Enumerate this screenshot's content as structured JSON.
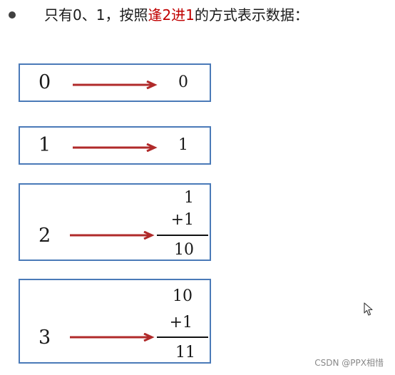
{
  "heading": {
    "part1": "只有0、1，按照",
    "part2": "逢2进1",
    "part3": "的方式表示数据："
  },
  "examples": [
    {
      "decimal": "0",
      "binary": "0"
    },
    {
      "decimal": "1",
      "binary": "1"
    },
    {
      "decimal": "2",
      "addend_top": "1",
      "addend_plus": "+1",
      "binary": "10"
    },
    {
      "decimal": "3",
      "addend_top": "10",
      "addend_plus": "+1",
      "binary": "11"
    }
  ],
  "colors": {
    "accent_text": "#c00000",
    "arrow": "#b02a2a",
    "box_border": "#4a7ab8"
  },
  "watermark": "CSDN @PPX相惜"
}
